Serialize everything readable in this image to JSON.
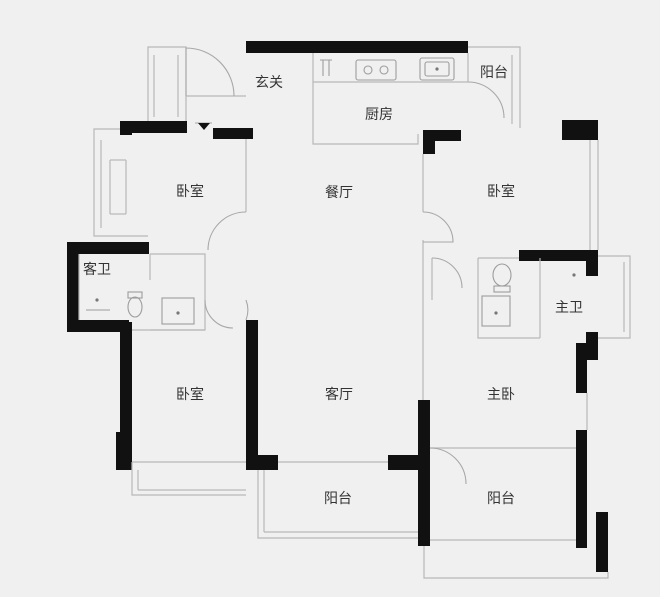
{
  "plan": {
    "rooms": {
      "entrance": "玄关",
      "kitchen": "厨房",
      "balcony_kitchen": "阳台",
      "bedroom_nw": "卧室",
      "dining": "餐厅",
      "bedroom_ne": "卧室",
      "guest_bath": "客卫",
      "master_bath": "主卫",
      "bedroom_sw": "卧室",
      "living": "客厅",
      "master_bedroom": "主卧",
      "balcony_living": "阳台",
      "balcony_master": "阳台"
    },
    "colors": {
      "background": "#f0f0f0",
      "wall": "#111111",
      "line": "#b8b8b8"
    }
  }
}
